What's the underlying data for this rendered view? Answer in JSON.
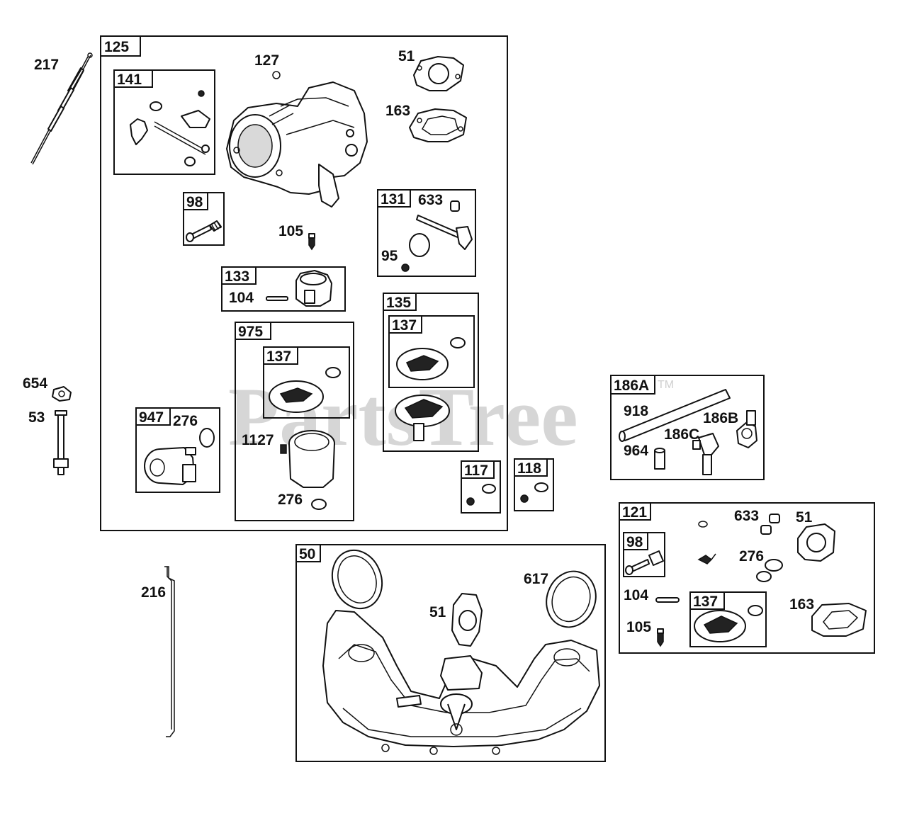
{
  "watermark": {
    "text": "PartsTree",
    "tm": "TM"
  },
  "boxes": {
    "b125": "125",
    "b141": "141",
    "b98a": "98",
    "b133": "133",
    "b131": "131",
    "b975": "975",
    "b137a": "137",
    "b135": "135",
    "b137b": "137",
    "b947": "947",
    "b117": "117",
    "b118": "118",
    "b186A": "186A",
    "b121": "121",
    "b98b": "98",
    "b137c": "137",
    "b50": "50"
  },
  "labels": {
    "p217": "217",
    "p127": "127",
    "p51a": "51",
    "p163a": "163",
    "p633a": "633",
    "p105a": "105",
    "p95": "95",
    "p104a": "104",
    "p276a": "276",
    "p1127": "1127",
    "p276b": "276",
    "p654": "654",
    "p53": "53",
    "p216": "216",
    "p918": "918",
    "p186B": "186B",
    "p186C": "186C",
    "p964": "964",
    "p633b": "633",
    "p51b": "51",
    "p276c": "276",
    "p104b": "104",
    "p105b": "105",
    "p163b": "163",
    "p617": "617",
    "p51c": "51"
  }
}
